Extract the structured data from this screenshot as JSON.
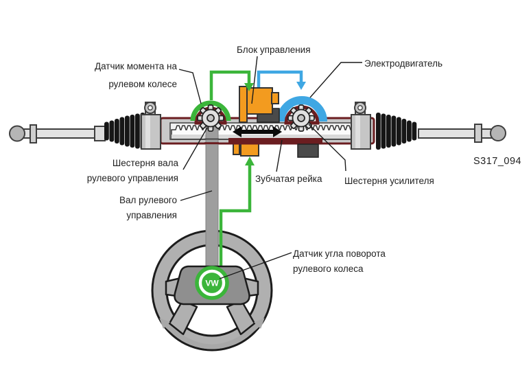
{
  "figure_code": "S317_094",
  "logo": "VW",
  "labels": {
    "control_unit": "Блок управления",
    "torque_sensor_1": "Датчик момента на",
    "torque_sensor_2": "рулевом колесе",
    "electric_motor": "Электродвигатель",
    "steering_pinion_1": "Шестерня вала",
    "steering_pinion_2": "рулевого управления",
    "rack": "Зубчатая рейка",
    "assist_pinion": "Шестерня усилителя",
    "steering_shaft_1": "Вал рулевого",
    "steering_shaft_2": "управления",
    "angle_sensor_1": "Датчик угла поворота",
    "angle_sensor_2": "рулевого колеса"
  },
  "colors": {
    "signal_green": "#3bb53a",
    "motor_blue": "#3fa7e3",
    "control_unit_orange": "#f39b1f",
    "housing_maroon": "#6b1d20",
    "metal_gray": "#c9c9c9"
  }
}
